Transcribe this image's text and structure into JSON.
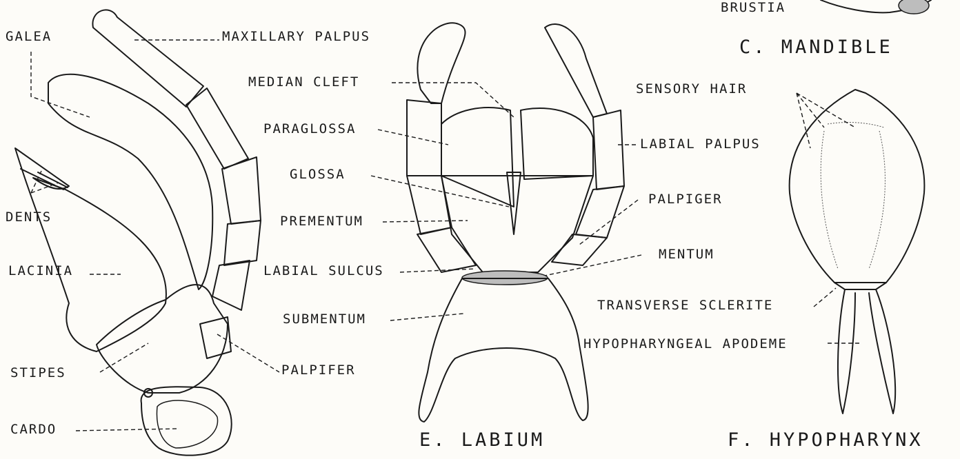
{
  "labels": {
    "galea": "GALEA",
    "maxillary_palpus": "MAXILLARY PALPUS",
    "dents": "DENTS",
    "lacinia": "LACINIA",
    "stipes": "STIPES",
    "cardo": "CARDO",
    "palpifer": "PALPIFER",
    "median_cleft": "MEDIAN CLEFT",
    "paraglossa": "PARAGLOSSA",
    "glossa": "GLOSSA",
    "prementum": "PREMENTUM",
    "labial_sulcus": "LABIAL SULCUS",
    "submentum": "SUBMENTUM",
    "palpiger": "PALPIGER",
    "mentum": "MENTUM",
    "labial_palpus": "LABIAL PALPUS",
    "brustia": "BRUSTIA",
    "sensory_hair": "SENSORY HAIR",
    "transverse_sclerite": "TRANSVERSE SCLERITE",
    "hypopharyngeal_apodeme": "HYPOPHARYNGEAL APODEME"
  },
  "captions": {
    "mandible": "C. MANDIBLE",
    "labium": "E. LABIUM",
    "hypopharynx": "F. HYPOPHARYNX"
  }
}
